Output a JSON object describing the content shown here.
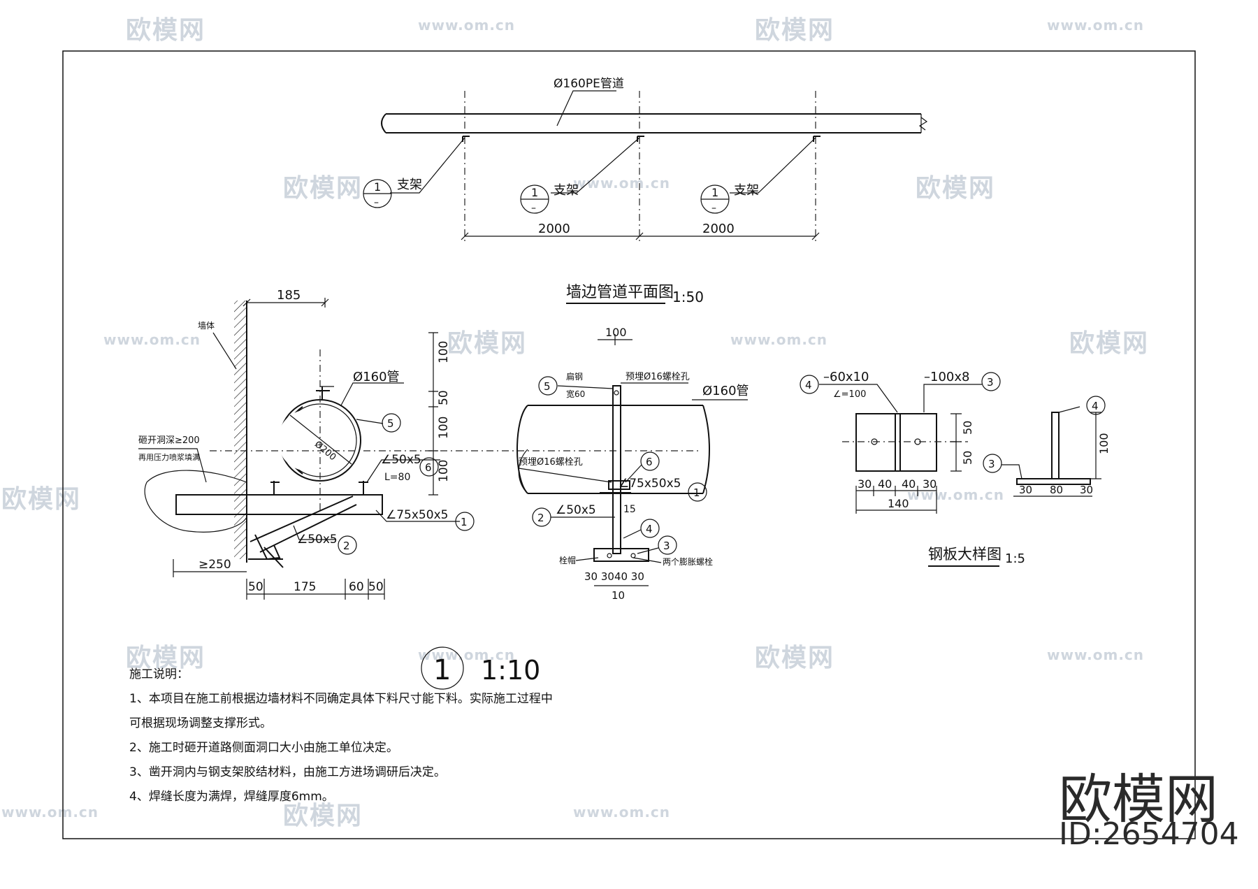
{
  "plan": {
    "pipe_label": "Ø160PE管道",
    "support_label": "支架",
    "marker_num": "1",
    "marker_sub": "–",
    "dim_1": "2000",
    "dim_2": "2000",
    "title": "墙边管道平面图",
    "scale": "1:50"
  },
  "section": {
    "dim_top": "185",
    "wall": "墙体",
    "hole_note_1": "砸开洞深≥200",
    "hole_note_2": "再用压力喷浆填满",
    "pipe": "Ø160管",
    "inner_dia": "Ø200",
    "angle_small": "∠50x5",
    "l80": "L=80",
    "angle_main": "∠75x50x5",
    "angle_brace": "∠50x5",
    "dim_250": "≥250",
    "dim_bottom": [
      "50",
      "175",
      "60",
      "50"
    ],
    "vdims": [
      "100",
      "50",
      "100",
      "100"
    ],
    "tag_5": "5",
    "tag_6": "6",
    "tag_1": "1",
    "tag_2": "2",
    "title_num": "1",
    "title_scale": "1:10"
  },
  "elevation": {
    "dim_top": "100",
    "flat_steel": "扁钢",
    "width60": "宽60",
    "bolt_hole_1": "预埋Ø16螺栓孔",
    "pipe": "Ø160管",
    "bolt_hole_2": "预埋Ø16螺栓孔",
    "angle_1": "∠75x50x5",
    "angle_2": "∠50x5",
    "dim_15": "15",
    "cap": "栓帽",
    "bolts": "两个膨胀螺栓",
    "dim_bottom": "30 3040 30",
    "dim_10": "10",
    "tags": [
      "5",
      "6",
      "1",
      "2",
      "4",
      "3"
    ]
  },
  "plate": {
    "plate_a": "–60x10",
    "plate_a_len": "∠=100",
    "plate_b": "–100x8",
    "dims_h": [
      "30",
      "40",
      "40",
      "30"
    ],
    "dim_total": "140",
    "dims_v": [
      "50",
      "50"
    ],
    "side_dims": [
      "30",
      "80",
      "30"
    ],
    "side_h": "100",
    "tag_4a": "4",
    "tag_3a": "3",
    "tag_4b": "4",
    "tag_3b": "3",
    "title": "钢板大样图",
    "scale": "1:5"
  },
  "notes": {
    "heading": "施工说明：",
    "line1": "1、本项目在施工前根据边墙材料不同确定具体下料尺寸能下料。实际施工过程中",
    "line1b": "可根据现场调整支撑形式。",
    "line2": "2、施工时砸开道路侧面洞口大小由施工单位决定。",
    "line3": "3、凿开洞内与钢支架胶结材料，由施工方进场调研后决定。",
    "line4": "4、焊缝长度为满焊，焊缝厚度6mm。"
  },
  "watermark": {
    "brand": "欧模网",
    "url": "www.om.cn",
    "id": "ID:2654704"
  }
}
